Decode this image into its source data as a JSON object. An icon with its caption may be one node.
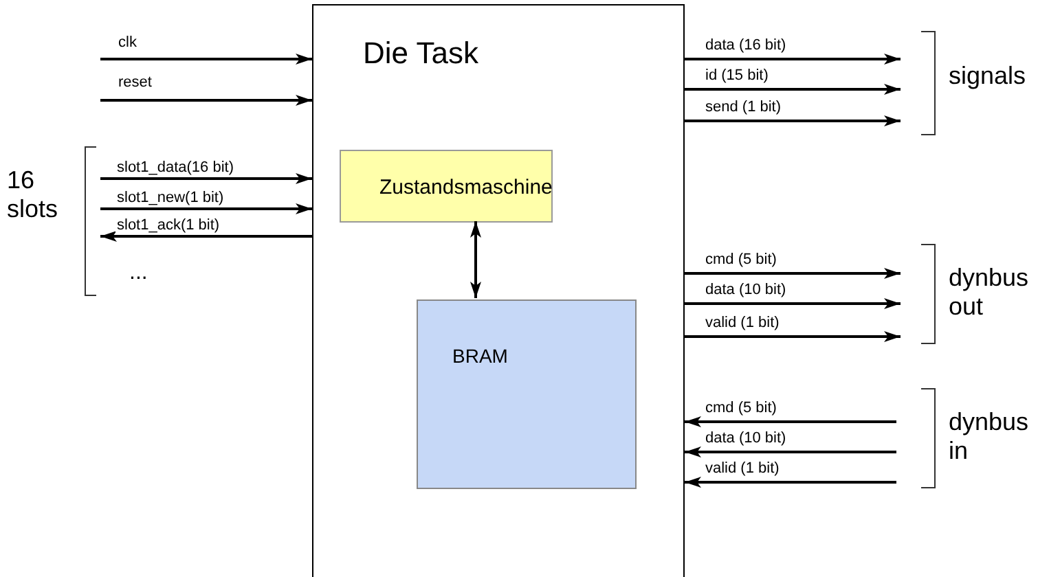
{
  "diagram": {
    "nodes": [
      {
        "text": [
          "Die Task"
        ]
      },
      {
        "text": [
          "Zustandsmaschine"
        ],
        "in": 0
      },
      {
        "text": [
          "BRAM"
        ],
        "in": 0
      }
    ],
    "edges": [
      {
        "from": null,
        "to": 0,
        "arrow": "to",
        "label": "clk"
      },
      {
        "from": null,
        "to": 0,
        "arrow": "to",
        "label": "reset"
      },
      {
        "from": null,
        "to": 0,
        "arrow": "to",
        "label": "slot1_data(16 bit)"
      },
      {
        "from": null,
        "to": 0,
        "arrow": "to",
        "label": "slot1_new(1 bit)"
      },
      {
        "from": 0,
        "to": null,
        "arrow": "to",
        "label": "slot1_ack(1 bit)"
      },
      {
        "from": 0,
        "to": null,
        "arrow": "to",
        "label": "data (16 bit)"
      },
      {
        "from": 0,
        "to": null,
        "arrow": "to",
        "label": "id (15 bit)"
      },
      {
        "from": 0,
        "to": null,
        "arrow": "to",
        "label": "send (1 bit)"
      },
      {
        "from": 0,
        "to": null,
        "arrow": "to",
        "label": "cmd (5 bit)"
      },
      {
        "from": 0,
        "to": null,
        "arrow": "to",
        "label": "data (10 bit)"
      },
      {
        "from": 0,
        "to": null,
        "arrow": "to",
        "label": "valid (1 bit)"
      },
      {
        "from": null,
        "to": 0,
        "arrow": "to",
        "label": "cmd (5 bit)"
      },
      {
        "from": null,
        "to": 0,
        "arrow": "to",
        "label": "data (10 bit)"
      },
      {
        "from": null,
        "to": 0,
        "arrow": "to",
        "label": "valid (1 bit)"
      },
      {
        "from": 1,
        "to": 2,
        "arrow": "both"
      }
    ],
    "labels": [
      "16 slots",
      "...",
      "signals",
      "dynbus out",
      "dynbus in"
    ]
  }
}
